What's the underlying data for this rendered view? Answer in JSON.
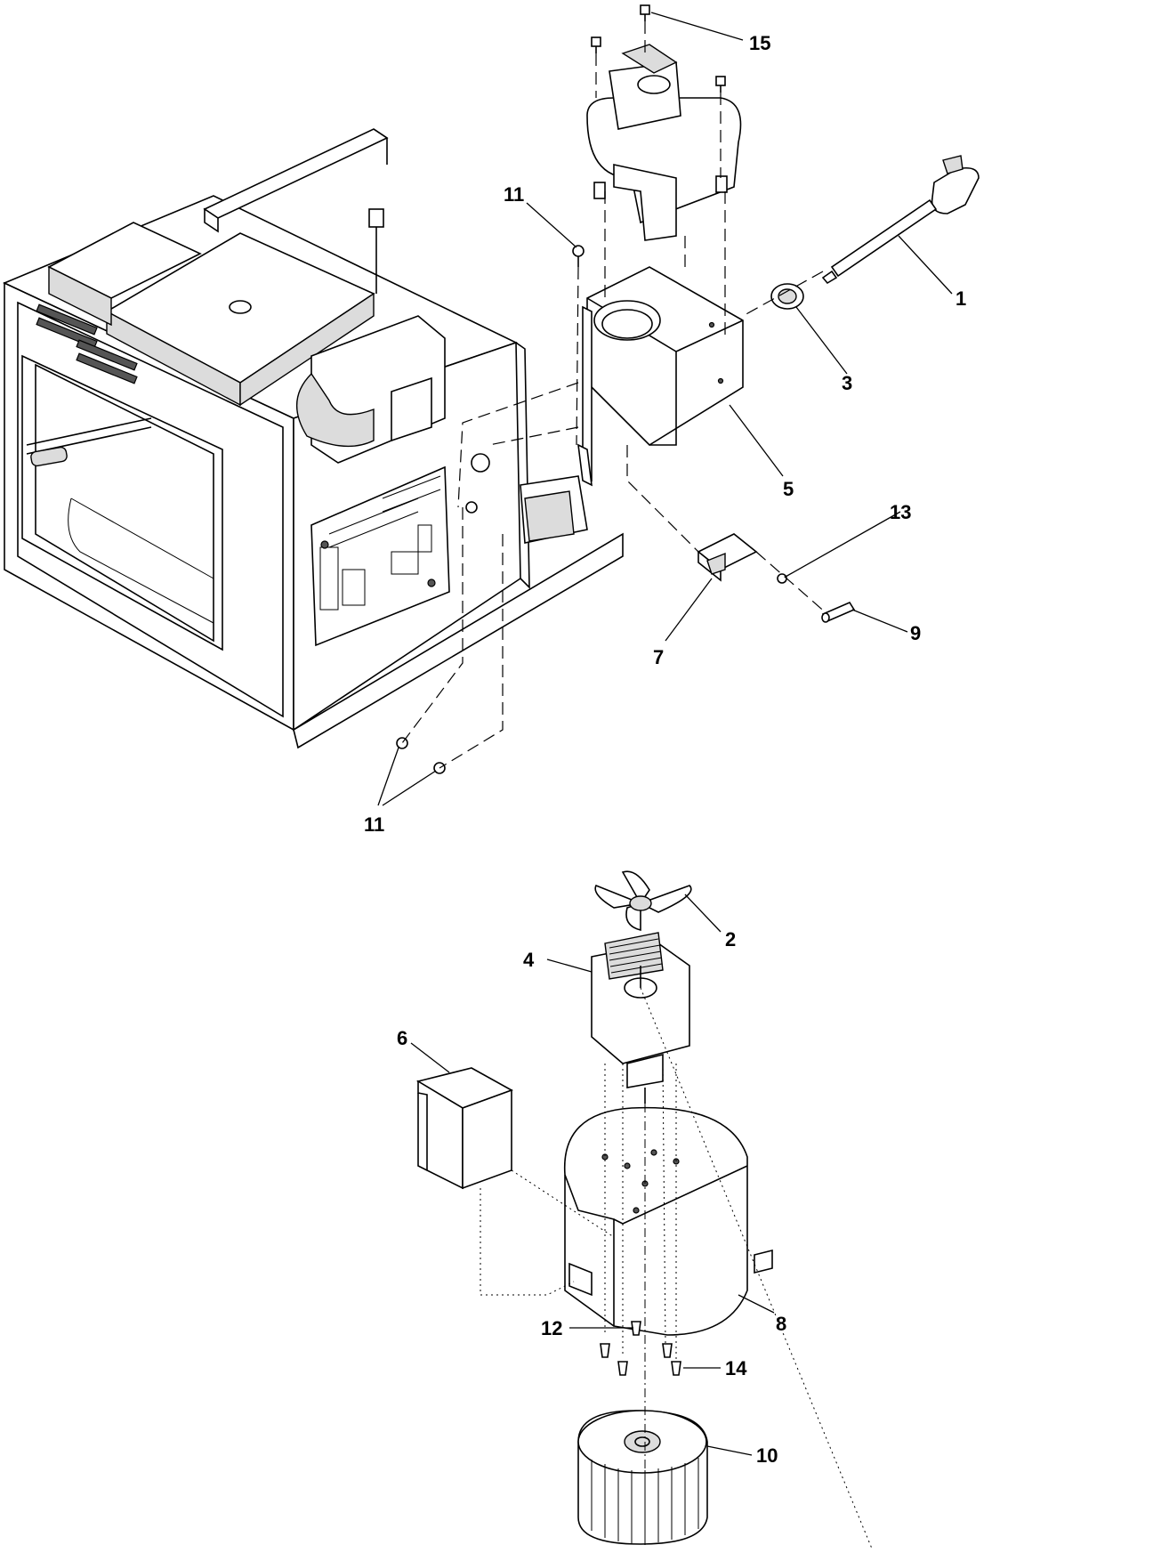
{
  "callouts": [
    {
      "id": "c15",
      "label": "15"
    },
    {
      "id": "c11a",
      "label": "11"
    },
    {
      "id": "c1",
      "label": "1"
    },
    {
      "id": "c3",
      "label": "3"
    },
    {
      "id": "c5",
      "label": "5"
    },
    {
      "id": "c13",
      "label": "13"
    },
    {
      "id": "c7",
      "label": "7"
    },
    {
      "id": "c9",
      "label": "9"
    },
    {
      "id": "c11b",
      "label": "11"
    },
    {
      "id": "c2",
      "label": "2"
    },
    {
      "id": "c4",
      "label": "4"
    },
    {
      "id": "c6",
      "label": "6"
    },
    {
      "id": "c8",
      "label": "8"
    },
    {
      "id": "c12",
      "label": "12"
    },
    {
      "id": "c14",
      "label": "14"
    },
    {
      "id": "c10",
      "label": "10"
    }
  ]
}
